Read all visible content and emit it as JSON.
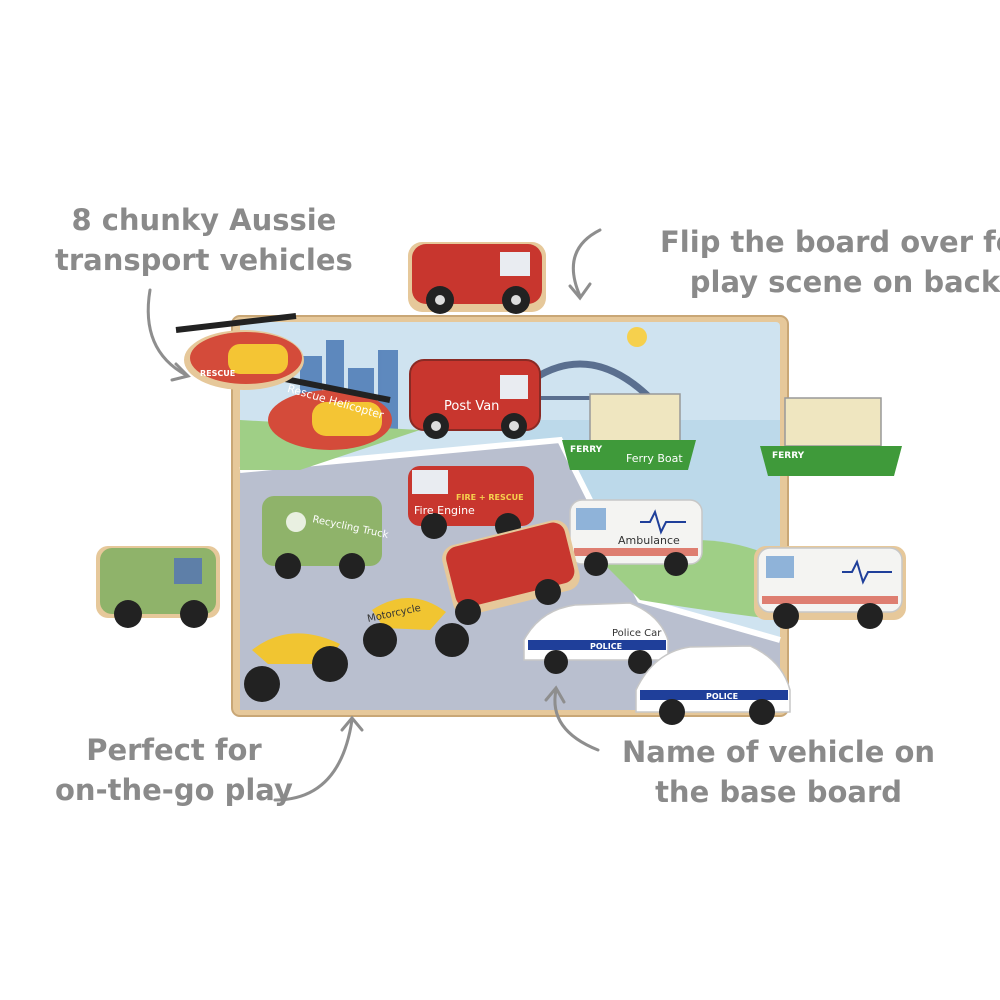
{
  "callouts": {
    "top_left": [
      "8 chunky Aussie",
      "transport vehicles"
    ],
    "top_right": [
      "Flip the board over for",
      "play scene on back"
    ],
    "bottom_left": [
      "Perfect for",
      "on-the-go play"
    ],
    "bottom_right": [
      "Name of vehicle on",
      "the base board"
    ]
  },
  "board_labels": {
    "post_van": "Post Van",
    "rescue_helicopter": "Rescue Helicopter",
    "ferry": "FERRY",
    "ferry_boat": "Ferry Boat",
    "fire_engine": "Fire Engine",
    "fire_rescue": "FIRE + RESCUE",
    "recycling_truck": "Recycling Truck",
    "ambulance": "Ambulance",
    "motorcycle": "Motorcycle",
    "police_car": "Police Car",
    "police": "POLICE",
    "rescue": "RESCUE"
  },
  "colors": {
    "callout_text": "#8a8a8a",
    "arrow": "#8e8e8e",
    "wood": "#e9cfa3",
    "board_sky": "#cfe3f0",
    "road": "#b9bfcf",
    "post_van": "#c8362e",
    "ferry": "#3f9a3a",
    "recycling": "#8fb36a",
    "police_blue": "#1f3f9a"
  }
}
